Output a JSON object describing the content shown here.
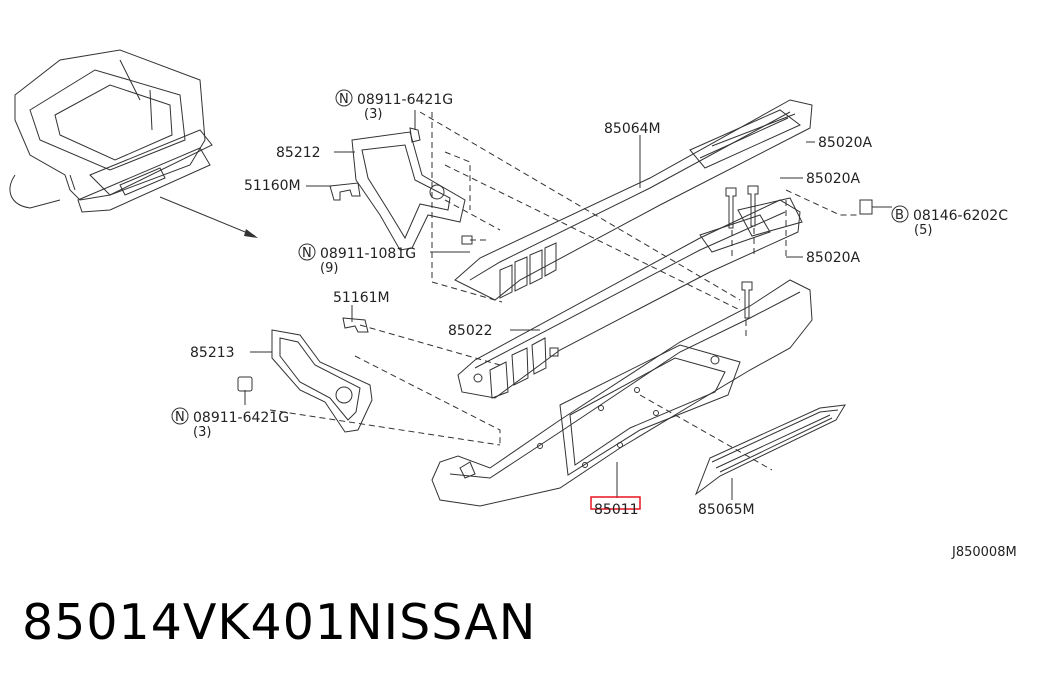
{
  "diagram": {
    "callouts": {
      "p85064M": "85064M",
      "p85020A_1": "85020A",
      "p85020A_2": "85020A",
      "p85020A_3": "85020A",
      "p08146": "08146-6202C",
      "p08146_qty": "(5)",
      "p08146_sym": "B",
      "p85212": "85212",
      "p51160M": "51160M",
      "p08911a": "08911-6421G",
      "p08911a_qty": "(3)",
      "p08911b": "08911-1081G",
      "p08911b_qty": "(9)",
      "p51161M": "51161M",
      "p85213": "85213",
      "p08911c": "08911-6421G",
      "p08911c_qty": "(3)",
      "p85022": "85022",
      "p85011": "85011",
      "p85065M": "85065M",
      "nut_sym": "N"
    },
    "drawing_code": "J850008M",
    "highlight_color": "#e8141e"
  },
  "footer": {
    "part_number": "85014VK401",
    "brand": "NISSAN"
  }
}
